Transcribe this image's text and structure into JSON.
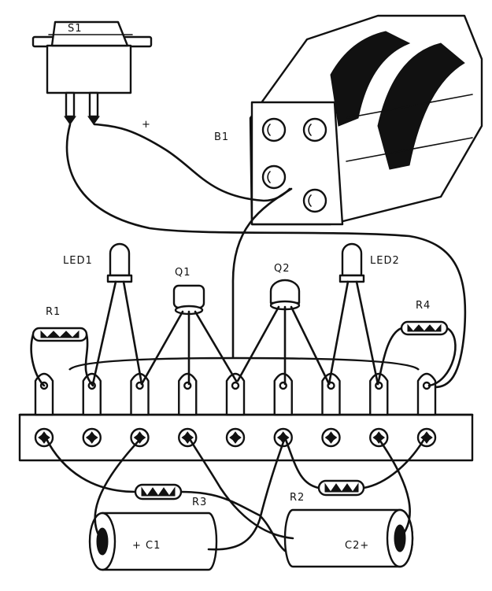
{
  "labels": {
    "switch": "S1",
    "battery": "B1",
    "plus": "+",
    "led1": "LED1",
    "led2": "LED2",
    "q1": "Q1",
    "q2": "Q2",
    "r1": "R1",
    "r2": "R2",
    "r3": "R3",
    "r4": "R4",
    "c1": "+ C1",
    "c2": "C2+"
  },
  "colors": {
    "ink": "#111111",
    "paper": "#ffffff"
  },
  "terminal_strip": {
    "lugs": 9
  }
}
